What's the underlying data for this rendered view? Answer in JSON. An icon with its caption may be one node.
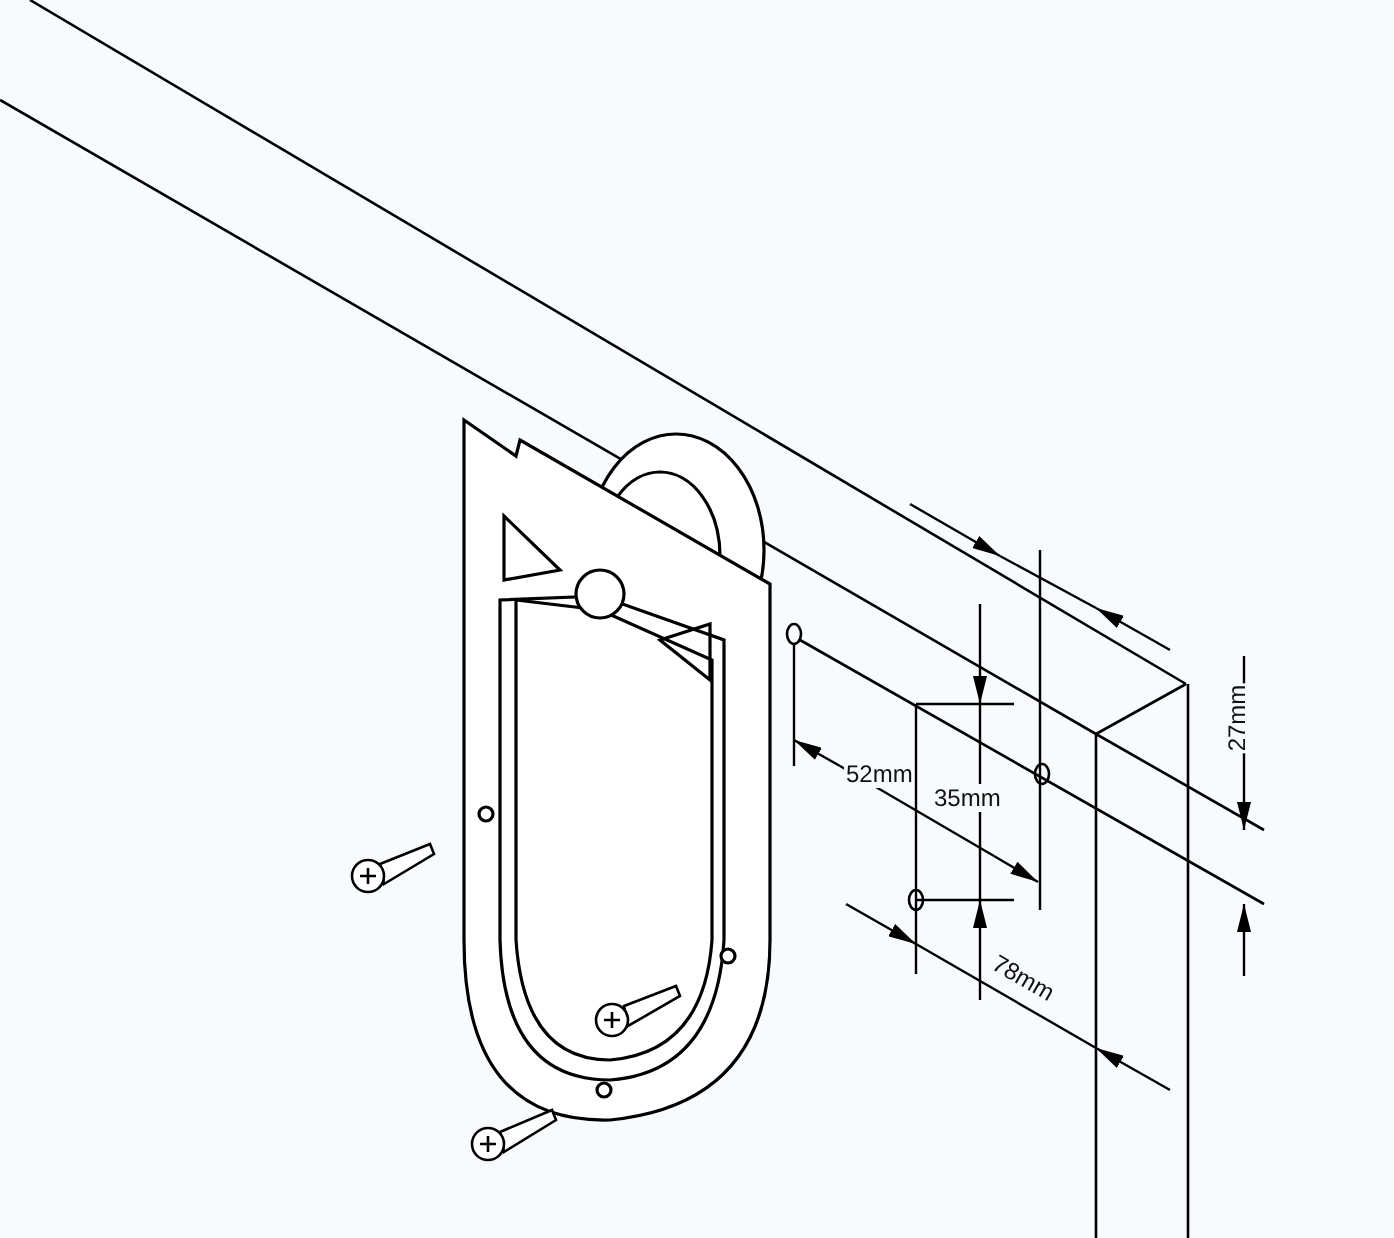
{
  "diagram": {
    "labels": [
      "27mm",
      "52mm",
      "35mm",
      "78mm"
    ]
  }
}
